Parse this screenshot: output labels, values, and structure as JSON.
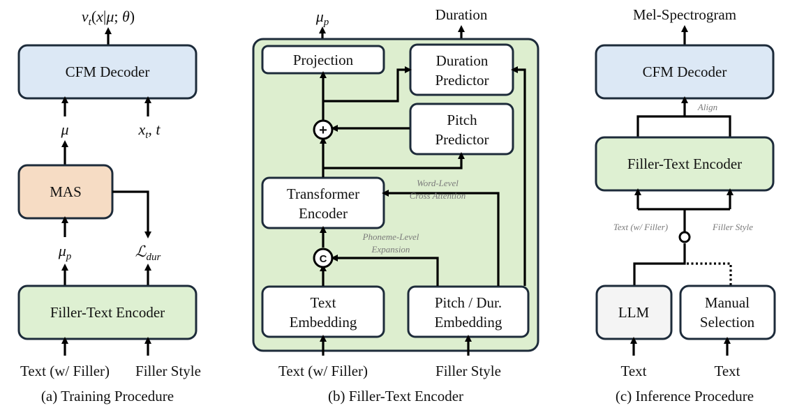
{
  "colors": {
    "decoder_fill": "#dce8f5",
    "encoder_fill": "#def0d2",
    "mas_fill": "#f6dcc4",
    "llm_fill": "#f4f4f4",
    "panel_fill": "#ddeecf",
    "white": "#ffffff"
  },
  "panel_a": {
    "caption": "(a) Training Procedure",
    "decoder": "CFM Decoder",
    "mas": "MAS",
    "encoder": "Filler-Text Encoder",
    "output": "v_t(x|μ; θ)",
    "mu": "μ",
    "xt": "x_t, t",
    "mu_p": "μ_p",
    "l_dur": "L_dur",
    "input_text": "Text (w/ Filler)",
    "input_style": "Filler Style"
  },
  "panel_b": {
    "caption": "(b) Filler-Text Encoder",
    "projection": "Projection",
    "duration_predictor_1": "Duration",
    "duration_predictor_2": "Predictor",
    "pitch_predictor_1": "Pitch",
    "pitch_predictor_2": "Predictor",
    "transformer_1": "Transformer",
    "transformer_2": "Encoder",
    "text_emb_1": "Text",
    "text_emb_2": "Embedding",
    "pd_emb_1": "Pitch / Dur.",
    "pd_emb_2": "Embedding",
    "word_level_1": "Word-Level",
    "word_level_2": "Cross Attention",
    "phoneme_level_1": "Phoneme-Level",
    "phoneme_level_2": "Expansion",
    "plus_op": "+",
    "concat_op": "C",
    "out_mu_p": "μ_p",
    "out_duration": "Duration",
    "input_text": "Text (w/ Filler)",
    "input_style": "Filler Style"
  },
  "panel_c": {
    "caption": "(c) Inference Procedure",
    "output": "Mel-Spectrogram",
    "decoder": "CFM Decoder",
    "align": "Align",
    "encoder": "Filler-Text Encoder",
    "text_w_filler": "Text (w/ Filler)",
    "filler_style": "Filler Style",
    "llm": "LLM",
    "manual_1": "Manual",
    "manual_2": "Selection",
    "input_text_1": "Text",
    "input_text_2": "Text"
  }
}
